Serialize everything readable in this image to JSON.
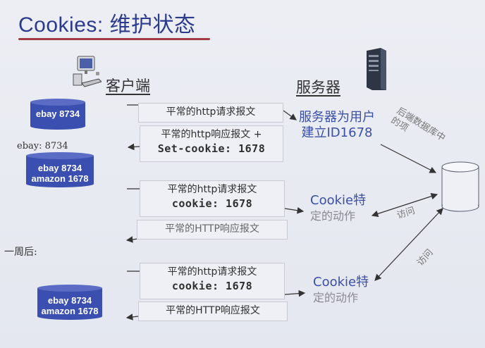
{
  "title": "Cookies: 维护状态",
  "client_label": "客户端",
  "server_label": "服务器",
  "messages": [
    {
      "line1": "平常的http请求报文",
      "line2": ""
    },
    {
      "line1": "平常的http响应报文 +",
      "line2": "Set-cookie: 1678"
    },
    {
      "line1": "平常的http请求报文",
      "line2": "cookie: 1678"
    },
    {
      "line1": "平常的HTTP响应报文",
      "line2": ""
    },
    {
      "line1": "平常的http请求报文",
      "line2": "cookie: 1678"
    },
    {
      "line1": "平常的HTTP响应报文",
      "line2": ""
    }
  ],
  "server_notes": {
    "create_line1": "服务器为用户",
    "create_line2": "建立ID1678",
    "action1_line1": "Cookie特",
    "action1_line2": "定的动作",
    "action2_line1": "Cookie特",
    "action2_line2": "定的动作"
  },
  "backend_db_label": "后端数据库中的项",
  "access_label_1": "访问",
  "access_label_2": "访问",
  "cookie_files": {
    "file1": [
      "ebay 8734"
    ],
    "file1_label": "ebay: 8734",
    "file2": [
      "ebay 8734",
      "amazon 1678"
    ],
    "file3": [
      "ebay 8734",
      "amazon 1678"
    ]
  },
  "one_week_later": "一周后:"
}
